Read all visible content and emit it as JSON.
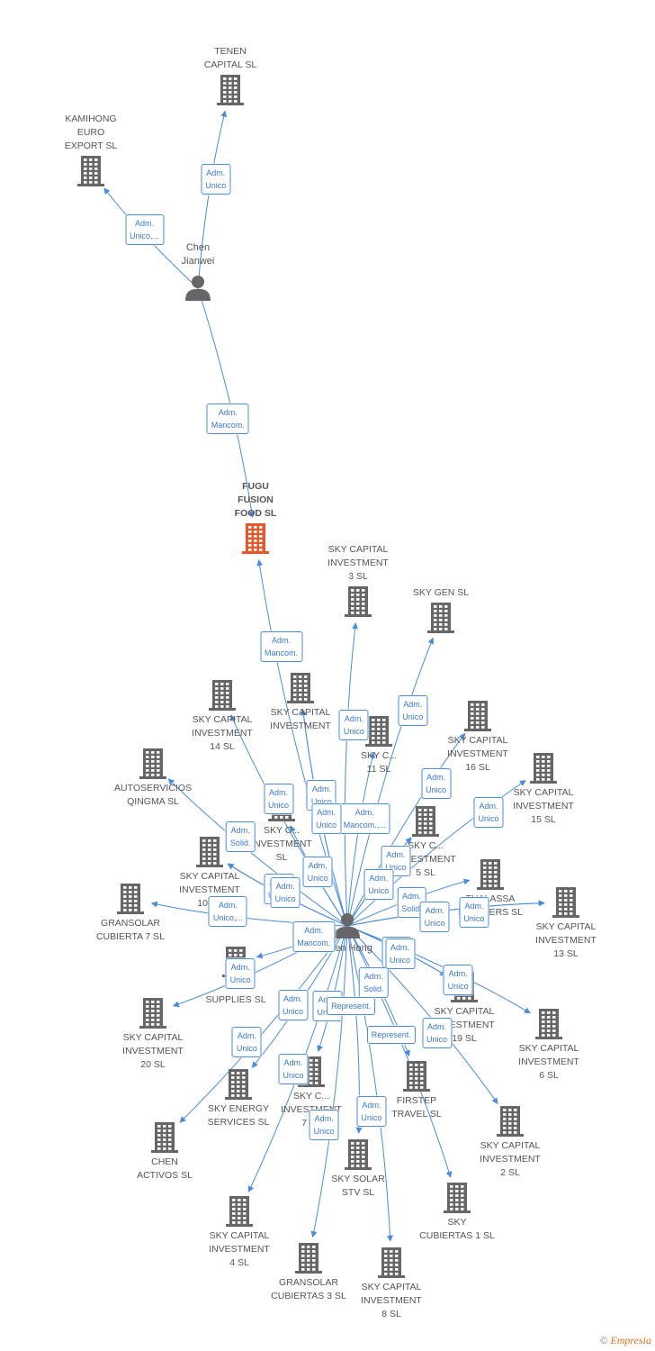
{
  "graph": {
    "people": [
      {
        "id": "chen_jianwei",
        "label": "Chen\nJianwei"
      },
      {
        "id": "chen_hong",
        "label": "Chen Hong"
      }
    ],
    "companies": [
      {
        "id": "tenen",
        "label": "TENEN\nCAPITAL SL"
      },
      {
        "id": "kamihong",
        "label": "KAMIHONG\nEURO\nEXPORT  SL"
      },
      {
        "id": "fugu",
        "label": "FUGU\nFUSION\nFOOD  SL",
        "focus": true,
        "color": "#e8572a"
      },
      {
        "id": "sky3",
        "label": "SKY CAPITAL\nINVESTMENT\n3 SL"
      },
      {
        "id": "skygen",
        "label": "SKY GEN  SL"
      },
      {
        "id": "sky14",
        "label": "SKY CAPITAL\nINVESTMENT\n14 SL"
      },
      {
        "id": "skyci_a",
        "label": "SKY CAPITAL\nINVESTMENT"
      },
      {
        "id": "sky11",
        "label": "SKY C...\n11 SL"
      },
      {
        "id": "sky16",
        "label": "SKY CAPITAL\nINVESTMENT\n16 SL"
      },
      {
        "id": "sky15",
        "label": "SKY CAPITAL\nINVESTMENT\n15 SL"
      },
      {
        "id": "autoserv",
        "label": "AUTOSERVICIOS\nQINGMA SL"
      },
      {
        "id": "skyci_b",
        "label": "SKY C...\nINVESTMENT\nSL"
      },
      {
        "id": "sky5",
        "label": "SKY C...\nINVESTMENT\n5 SL"
      },
      {
        "id": "sky10",
        "label": "SKY CAPITAL\nINVESTMENT\n10 SL"
      },
      {
        "id": "thalassa",
        "label": "THALASSA\nPARTNERS  SL"
      },
      {
        "id": "gran7",
        "label": "GRANSOLAR\nCUBIERTA 7  SL"
      },
      {
        "id": "sky13",
        "label": "SKY CAPITAL\nINVESTMENT\n13 SL"
      },
      {
        "id": "skysupplies",
        "label": "SKY\nSUPPLIES SL"
      },
      {
        "id": "sky19",
        "label": "SKY CAPITAL\nINVESTMENT\n19 SL"
      },
      {
        "id": "sky20",
        "label": "SKY CAPITAL\nINVESTMENT\n20 SL"
      },
      {
        "id": "sky6",
        "label": "SKY CAPITAL\nINVESTMENT\n6 SL"
      },
      {
        "id": "skyenergy",
        "label": "SKY ENERGY\nSERVICES  SL"
      },
      {
        "id": "sky7",
        "label": "SKY C...\nINVESTMENT\n7 SL"
      },
      {
        "id": "firstep",
        "label": "FIRSTEP\nTRAVEL  SL"
      },
      {
        "id": "chenactivos",
        "label": "CHEN\nACTIVOS SL"
      },
      {
        "id": "sky2",
        "label": "SKY CAPITAL\nINVESTMENT\n2 SL"
      },
      {
        "id": "skysolar",
        "label": "SKY SOLAR\nSTV SL"
      },
      {
        "id": "skycub1",
        "label": "SKY\nCUBIERTAS 1 SL"
      },
      {
        "id": "sky4",
        "label": "SKY CAPITAL\nINVESTMENT\n4 SL"
      },
      {
        "id": "gran3",
        "label": "GRANSOLAR\nCUBIERTAS 3 SL"
      },
      {
        "id": "sky8",
        "label": "SKY CAPITAL\nINVESTMENT\n8 SL"
      }
    ],
    "relations": [
      {
        "from": "chen_jianwei",
        "to": "tenen",
        "label": "Adm.\nUnico"
      },
      {
        "from": "chen_jianwei",
        "to": "kamihong",
        "label": "Adm.\nUnico,..."
      },
      {
        "from": "chen_jianwei",
        "to": "fugu",
        "label": "Adm.\nMancom."
      },
      {
        "from": "chen_hong",
        "to": "fugu",
        "label": "Adm.\nMancom."
      },
      {
        "from": "chen_hong",
        "to": "sky3",
        "label": "Adm.\nUnico"
      },
      {
        "from": "chen_hong",
        "to": "sky11",
        "label": "Adm.\nMancom.,..."
      },
      {
        "from": "chen_hong",
        "to": "skygen",
        "label": "Adm.\nUnico"
      },
      {
        "from": "chen_hong",
        "to": "sky16",
        "label": "Adm.\nUnico"
      },
      {
        "from": "chen_hong",
        "to": "sky15",
        "label": "Adm.\nUnico"
      },
      {
        "from": "chen_hong",
        "to": "sky14",
        "label": "Adm.\nUnico"
      },
      {
        "from": "chen_hong",
        "to": "autoserv",
        "label": "Adm.\nSolid."
      },
      {
        "from": "chen_hong",
        "to": "skyci_a",
        "label": "Adm.\nUnico"
      },
      {
        "from": "chen_hong",
        "to": "sky5",
        "label": "Adm.\nUnico"
      },
      {
        "from": "chen_hong",
        "to": "sky10",
        "label": "Adm.\nUnico"
      },
      {
        "from": "chen_hong",
        "to": "gran7",
        "label": "Adm.\nUnico,..."
      },
      {
        "from": "chen_hong",
        "to": "thalassa",
        "label": "Adm.\nSolid."
      },
      {
        "from": "chen_hong",
        "to": "sky13",
        "label": "Adm.\nUnico"
      },
      {
        "from": "chen_hong",
        "to": "skysupplies",
        "label": "Adm.\nMancom."
      },
      {
        "from": "chen_hong",
        "to": "sky20",
        "label": "Adm.\nUnico"
      },
      {
        "from": "chen_hong",
        "to": "sky6",
        "label": "Adm.\nUnico"
      },
      {
        "from": "chen_hong",
        "to": "sky19",
        "label": "Adm.\nUnico"
      },
      {
        "from": "chen_hong",
        "to": "chenactivos",
        "label": "Adm.\nUnico"
      },
      {
        "from": "chen_hong",
        "to": "skyenergy",
        "label": "Adm.\nUnico"
      },
      {
        "from": "chen_hong",
        "to": "sky7",
        "label": "Adm.\nUnico"
      },
      {
        "from": "chen_hong",
        "to": "firstep",
        "label": "Adm.\nSolid."
      },
      {
        "from": "chen_hong",
        "to": "sky2",
        "label": "Adm.\nUnico"
      },
      {
        "from": "chen_hong",
        "to": "skysolar",
        "label": "Represent."
      },
      {
        "from": "chen_hong",
        "to": "skycub1",
        "label": "Represent."
      },
      {
        "from": "chen_hong",
        "to": "sky4",
        "label": "Adm.\nUnico"
      },
      {
        "from": "chen_hong",
        "to": "gran3",
        "label": "Adm.\nUnico"
      },
      {
        "from": "chen_hong",
        "to": "sky8",
        "label": "Adm.\nUnico"
      },
      {
        "from": "chen_hong",
        "to": "skyci_b",
        "label": "Adm.\nUnico"
      },
      {
        "from": "chen_hong",
        "to": "sky10",
        "label": "Adm.\nUnico"
      },
      {
        "from": "chen_hong",
        "to": "sky5",
        "label": "Adm.\nUnico"
      },
      {
        "from": "chen_hong",
        "to": "sky13",
        "label": "Adm.\nUnico"
      },
      {
        "from": "chen_hong",
        "to": "skyci_a",
        "label": "Adm.\nUnico"
      },
      {
        "from": "chen_hong",
        "to": "sky19",
        "label": "Adm.\nUnico"
      }
    ],
    "colors": {
      "edge": "#4a8cd8",
      "building": "#666666",
      "focus": "#e8572a",
      "person": "#666666"
    }
  },
  "footer": {
    "copyright": "©",
    "brand": "Empresia"
  }
}
